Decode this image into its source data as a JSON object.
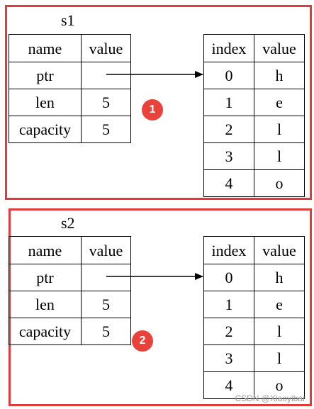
{
  "colors": {
    "frame": "#e03c3c",
    "badge": "#e8423b",
    "watermark": "#9a9a9a"
  },
  "blocks": [
    {
      "label": "s1",
      "badge": "1",
      "var_table": {
        "headers": [
          "name",
          "value"
        ],
        "rows": [
          [
            "ptr",
            ""
          ],
          [
            "len",
            "5"
          ],
          [
            "capacity",
            "5"
          ]
        ]
      },
      "heap_table": {
        "headers": [
          "index",
          "value"
        ],
        "rows": [
          [
            "0",
            "h"
          ],
          [
            "1",
            "e"
          ],
          [
            "2",
            "l"
          ],
          [
            "3",
            "l"
          ],
          [
            "4",
            "o"
          ]
        ]
      }
    },
    {
      "label": "s2",
      "badge": "2",
      "var_table": {
        "headers": [
          "name",
          "value"
        ],
        "rows": [
          [
            "ptr",
            ""
          ],
          [
            "len",
            "5"
          ],
          [
            "capacity",
            "5"
          ]
        ]
      },
      "heap_table": {
        "headers": [
          "index",
          "value"
        ],
        "rows": [
          [
            "0",
            "h"
          ],
          [
            "1",
            "e"
          ],
          [
            "2",
            "l"
          ],
          [
            "3",
            "l"
          ],
          [
            "4",
            "o"
          ]
        ]
      }
    }
  ],
  "watermark": "CSDN @Xiaoyibar"
}
